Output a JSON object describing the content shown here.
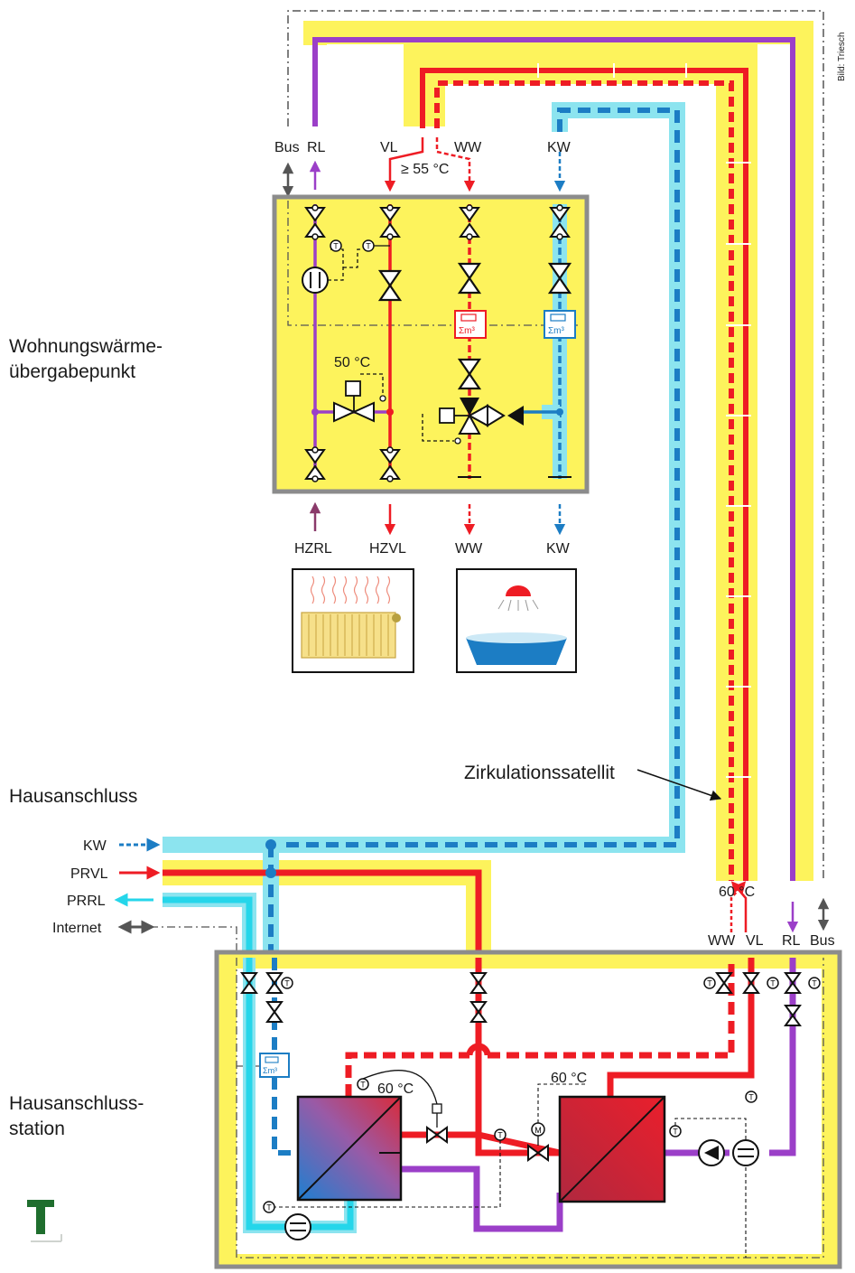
{
  "credit": "Bild: Triesch",
  "sections": {
    "apartment_unit": "Wohnungswärme-\nübergabepunkt",
    "house_connection": "Hausanschluss",
    "substation": "Hausanschluss-\nstation"
  },
  "top_labels": {
    "bus": "Bus",
    "rl": "RL",
    "vl": "VL",
    "ww": "WW",
    "kw": "KW",
    "temp_min": "≥ 55 °C"
  },
  "unit_labels": {
    "temp_mix": "50 °C"
  },
  "bottom_labels": {
    "hzrl": "HZRL",
    "hzvl": "HZVL",
    "ww": "WW",
    "kw": "KW"
  },
  "house_inputs": {
    "kw": "KW",
    "prvl": "PRVL",
    "prrl": "PRRL",
    "internet": "Internet"
  },
  "satellite_label": "Zirkulationssatellit",
  "riser_bottom": {
    "temp": "60 °C",
    "ww": "WW",
    "vl": "VL",
    "rl": "RL",
    "bus": "Bus"
  },
  "station_labels": {
    "temp_left_hx": "60 °C",
    "temp_right_hx": "60 °C"
  },
  "colors": {
    "yellow": "#fdf35c",
    "red": "#ee1c24",
    "violet": "#9b3fc8",
    "blue": "#1c7dc4",
    "lightblue": "#8ce4ef",
    "cyan": "#25d6ea",
    "gray": "#8c8c8c",
    "logo_green": "#1f6e2e"
  }
}
